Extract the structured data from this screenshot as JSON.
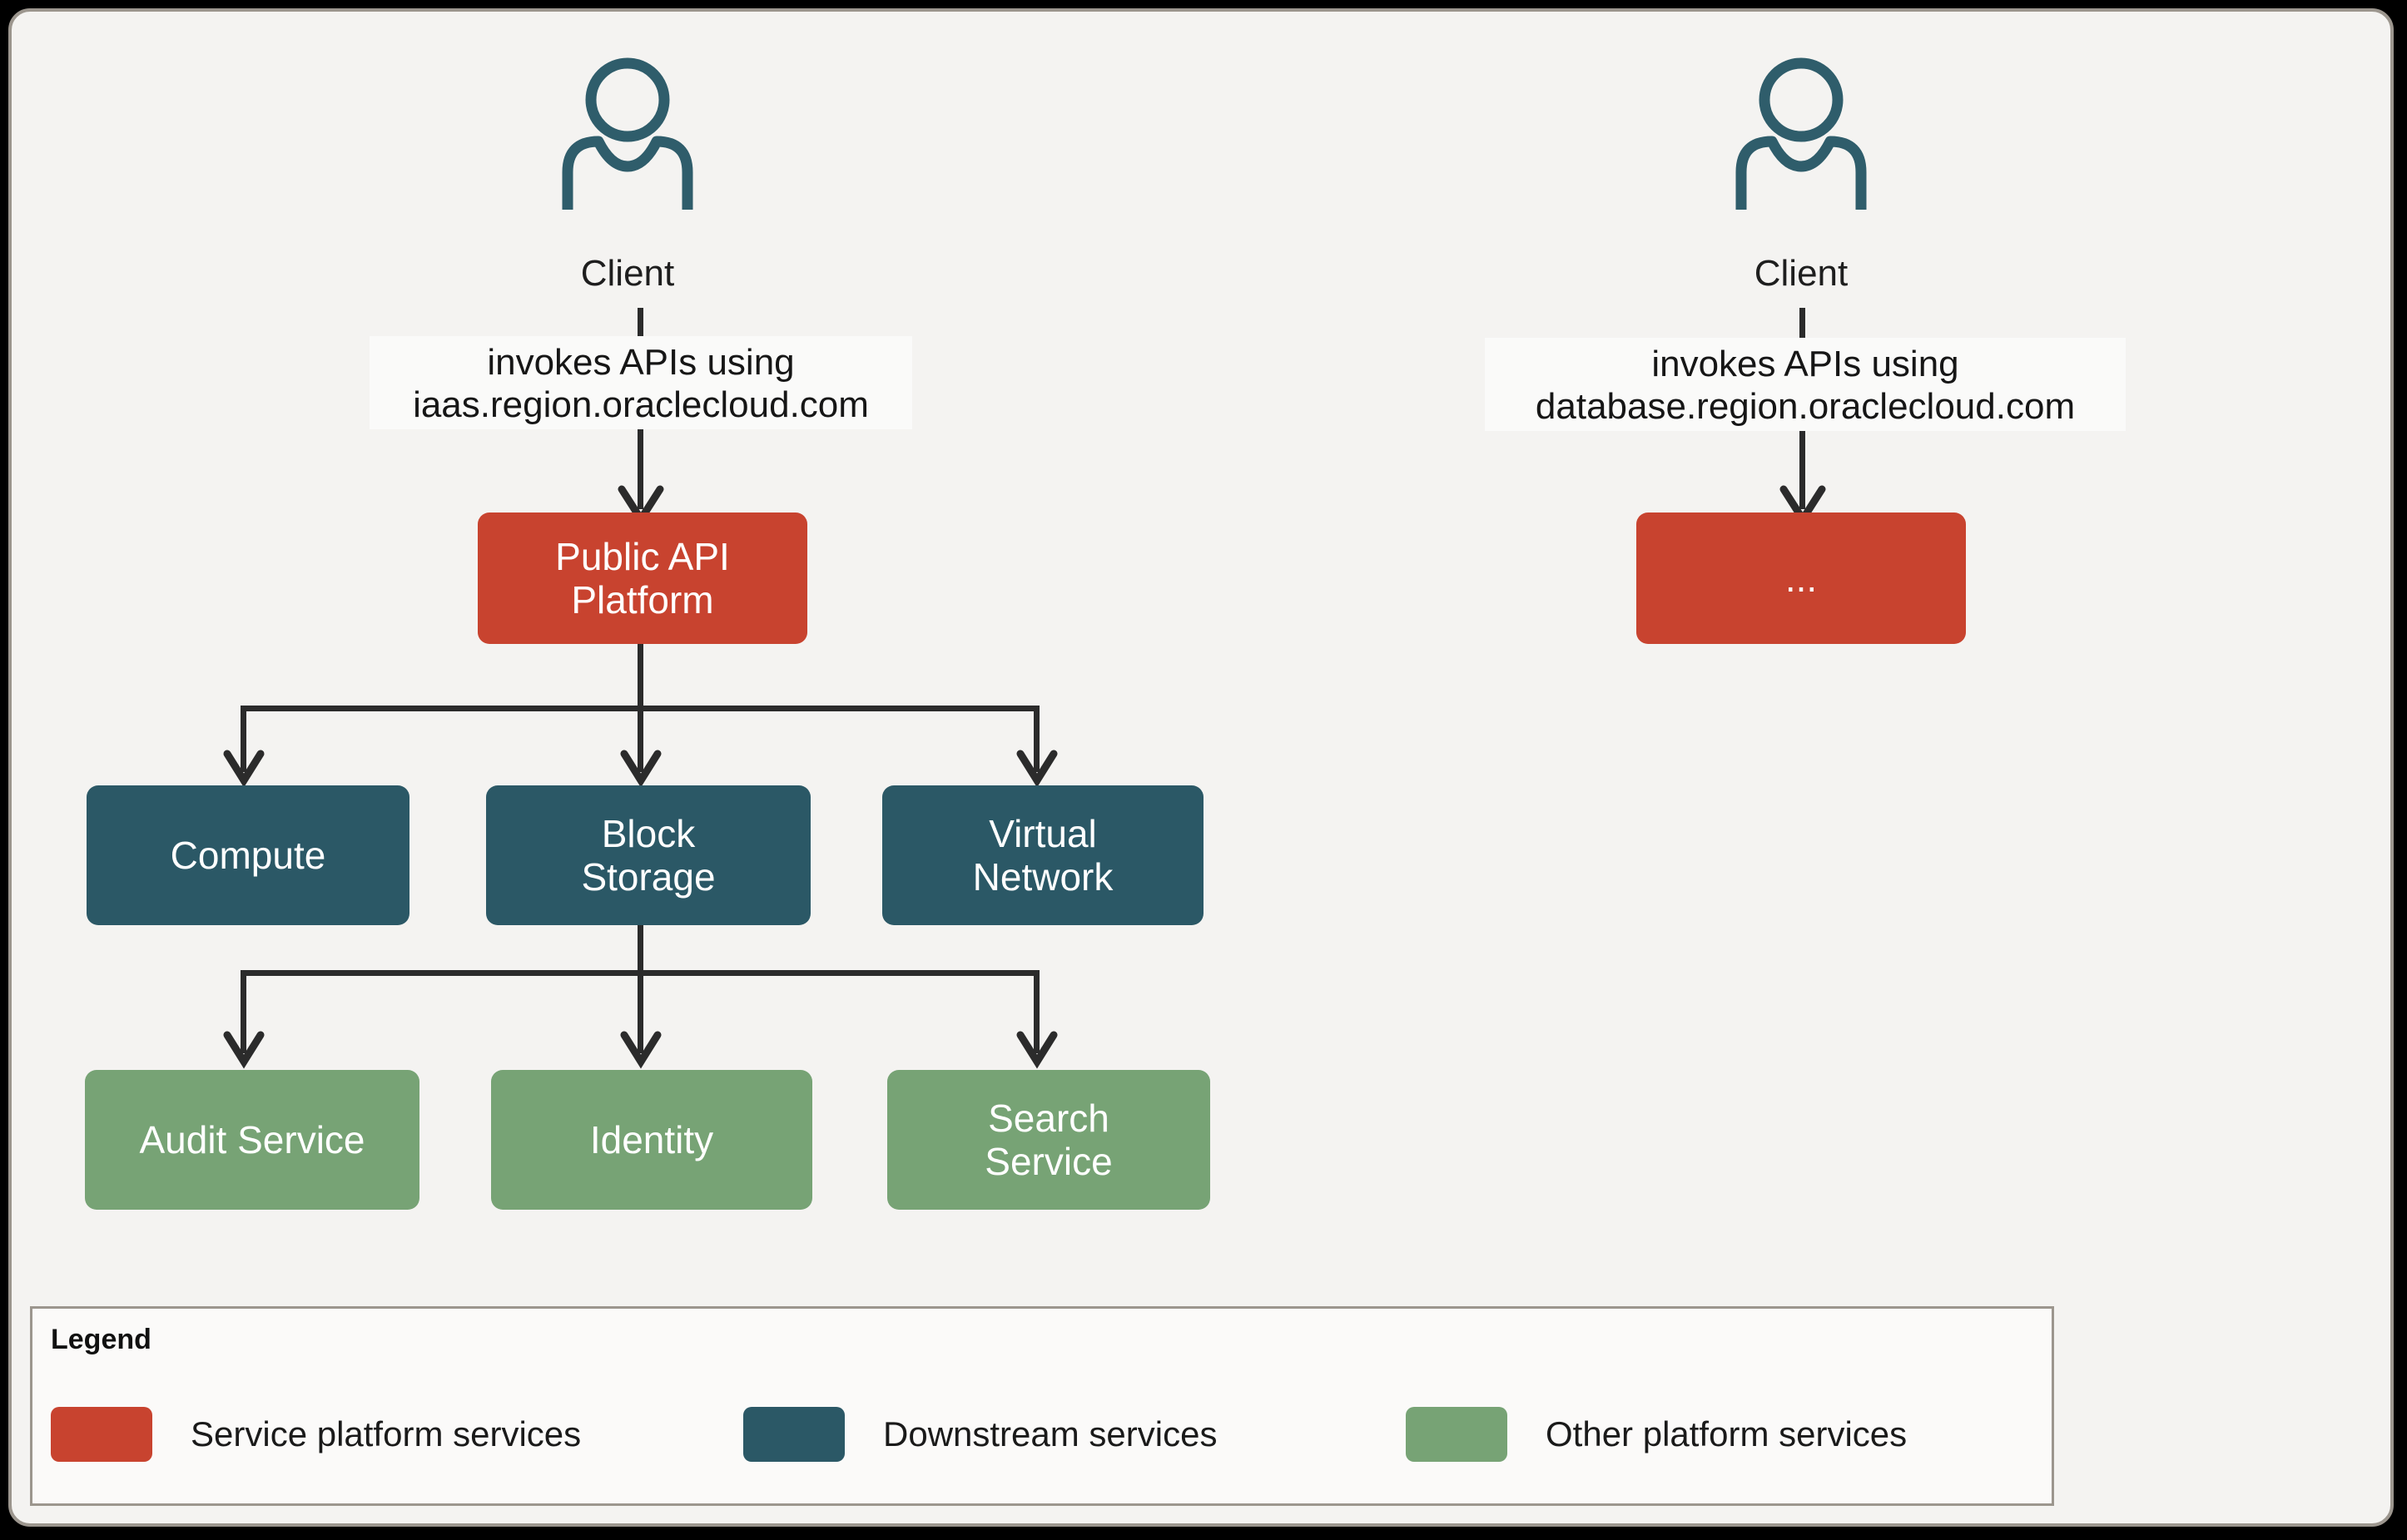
{
  "diagram": {
    "background_color": "#F4F3F1",
    "frame_border_color": "#9C968E",
    "connector_color": "#2B2B2B",
    "actor_icon_color": "#2F5D6B"
  },
  "flows": [
    {
      "actor": {
        "icon": "person-icon",
        "label": "Client"
      },
      "edge_label": {
        "line1": "invokes APIs using",
        "line2": "iaas.region.oraclecloud.com"
      },
      "target": {
        "label_line1": "Public API",
        "label_line2": "Platform",
        "color": "#C8432F",
        "category": "Service platform services"
      }
    },
    {
      "actor": {
        "icon": "person-icon",
        "label": "Client"
      },
      "edge_label": {
        "line1": "invokes APIs using",
        "line2": "database.region.oraclecloud.com"
      },
      "target": {
        "label_line1": "...",
        "label_line2": "",
        "color": "#C8432F",
        "category": "Service platform services"
      }
    }
  ],
  "downstream_row": {
    "parent": "Public API Platform",
    "nodes": [
      {
        "line1": "Compute",
        "line2": "",
        "color": "#2B5866"
      },
      {
        "line1": "Block",
        "line2": "Storage",
        "color": "#2B5866"
      },
      {
        "line1": "Virtual",
        "line2": "Network",
        "color": "#2B5866"
      }
    ]
  },
  "other_row": {
    "parent": "Block Storage",
    "nodes": [
      {
        "line1": "Audit Service",
        "line2": "",
        "color": "#77A375"
      },
      {
        "line1": "Identity",
        "line2": "",
        "color": "#77A375"
      },
      {
        "line1": "Search",
        "line2": "Service",
        "color": "#77A375"
      }
    ]
  },
  "legend": {
    "title": "Legend",
    "items": [
      {
        "swatch": "red",
        "color": "#C8432F",
        "label": "Service platform services"
      },
      {
        "swatch": "teal",
        "color": "#2B5866",
        "label": "Downstream services"
      },
      {
        "swatch": "green",
        "color": "#77A375",
        "label": "Other platform services"
      }
    ]
  }
}
